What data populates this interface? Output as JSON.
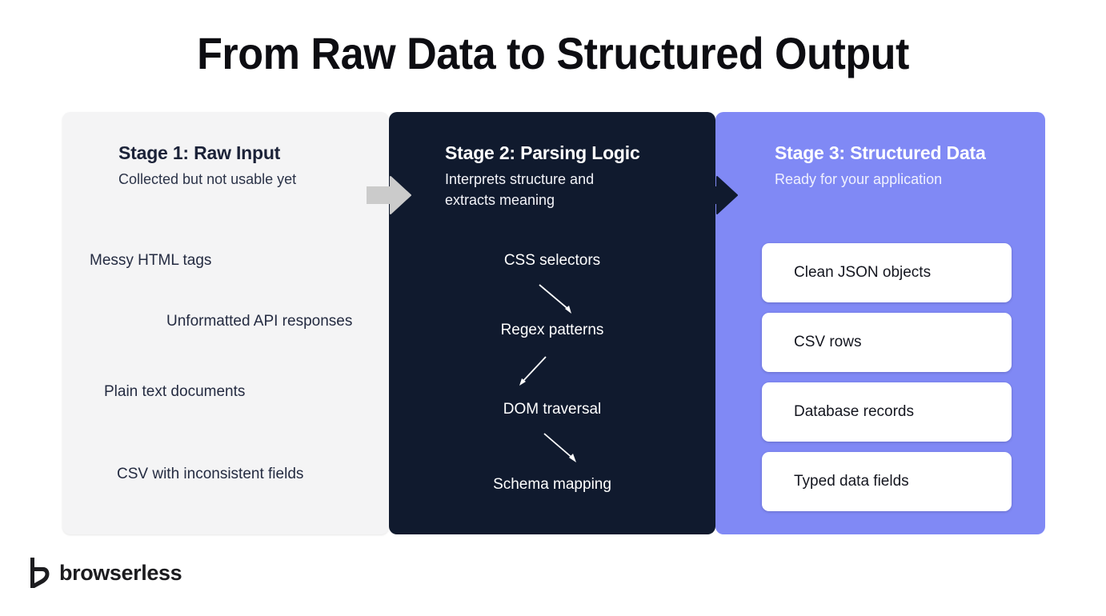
{
  "page": {
    "title": "From Raw Data to Structured Output",
    "background": "#ffffff"
  },
  "colors": {
    "stage1_bg": "#f4f4f5",
    "stage2_bg": "#101a2e",
    "stage3_bg": "#8089f5",
    "arrow_gray": "#cbcbcb",
    "arrow_dark": "#101a2e",
    "card_bg": "#ffffff",
    "title_text": "#0d0d12"
  },
  "stages": [
    {
      "title": "Stage 1: Raw Input",
      "subtitle": "Collected but not usable yet",
      "items": [
        "Messy HTML tags",
        "Unformatted API responses",
        "Plain text documents",
        "CSV with inconsistent fields"
      ]
    },
    {
      "title": "Stage 2: Parsing Logic",
      "subtitle": "Interprets structure and extracts meaning",
      "items": [
        "CSS selectors",
        "Regex patterns",
        "DOM traversal",
        "Schema mapping"
      ]
    },
    {
      "title": "Stage 3: Structured Data",
      "subtitle": "Ready for your application",
      "items": [
        "Clean JSON objects",
        "CSV rows",
        "Database records",
        "Typed data fields"
      ]
    }
  ],
  "connectors": [
    {
      "name": "stage1-to-stage2-arrow",
      "color": "#cbcbcb"
    },
    {
      "name": "stage2-to-stage3-arrow",
      "color": "#101a2e"
    }
  ],
  "logo": {
    "mark": "browserless-b-mark",
    "text": "browserless"
  }
}
